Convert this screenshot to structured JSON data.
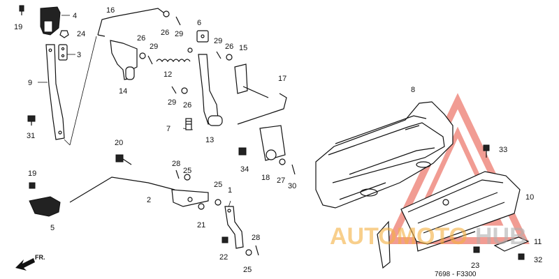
{
  "part_labels": [
    "1",
    "2",
    "3",
    "4",
    "5",
    "6",
    "7",
    "8",
    "9",
    "10",
    "11",
    "12",
    "13",
    "14",
    "15",
    "16",
    "17",
    "18",
    "19",
    "19",
    "20",
    "21",
    "22",
    "23",
    "24",
    "25",
    "25",
    "25",
    "26",
    "26",
    "26",
    "26",
    "27",
    "28",
    "28",
    "29",
    "29",
    "29",
    "29",
    "30",
    "31",
    "32",
    "33",
    "34"
  ],
  "diagram_code": "7698 - F3300",
  "direction_label": "FR.",
  "watermark": {
    "text_left": "AUTOMOTO",
    "text_right": "HUB",
    "color_left": "#f5b041",
    "color_right": "#b0b0b0",
    "triangle_color": "#e74c3c"
  }
}
